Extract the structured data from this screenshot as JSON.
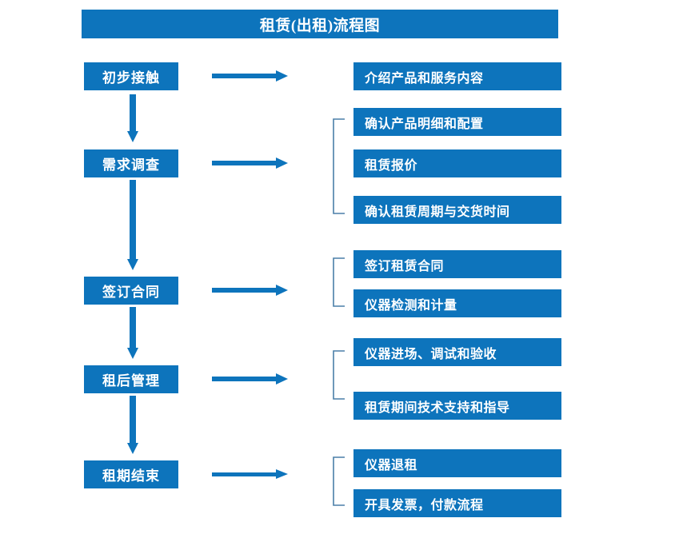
{
  "title": "租赁(出租)流程图",
  "colors": {
    "box_fill": "#0d74bc",
    "box_text": "#ffffff",
    "arrow": "#0d74bc",
    "bracket": "#4a7fa8",
    "background": "#ffffff"
  },
  "chart_data": {
    "type": "diagram",
    "title": "租赁(出租)流程图",
    "stages": [
      {
        "label": "初步接触",
        "details": [
          "介绍产品和服务内容"
        ]
      },
      {
        "label": "需求调查",
        "details": [
          "确认产品明细和配置",
          "租赁报价",
          "确认租赁周期与交货时间"
        ]
      },
      {
        "label": "签订合同",
        "details": [
          "签订租赁合同",
          "仪器检测和计量"
        ]
      },
      {
        "label": "租后管理",
        "details": [
          "仪器进场、调试和验收",
          "租赁期间技术支持和指导"
        ]
      },
      {
        "label": "租期结束",
        "details": [
          "仪器退租",
          "开具发票，付款流程"
        ]
      }
    ]
  },
  "stages": [
    {
      "label": "初步接触"
    },
    {
      "label": "需求调查"
    },
    {
      "label": "签订合同"
    },
    {
      "label": "租后管理"
    },
    {
      "label": "租期结束"
    }
  ],
  "details": [
    {
      "label": "介绍产品和服务内容"
    },
    {
      "label": "确认产品明细和配置"
    },
    {
      "label": "租赁报价"
    },
    {
      "label": "确认租赁周期与交货时间"
    },
    {
      "label": "签订租赁合同"
    },
    {
      "label": "仪器检测和计量"
    },
    {
      "label": "仪器进场、调试和验收"
    },
    {
      "label": "租赁期间技术支持和指导"
    },
    {
      "label": "仪器退租"
    },
    {
      "label": "开具发票，付款流程"
    }
  ]
}
